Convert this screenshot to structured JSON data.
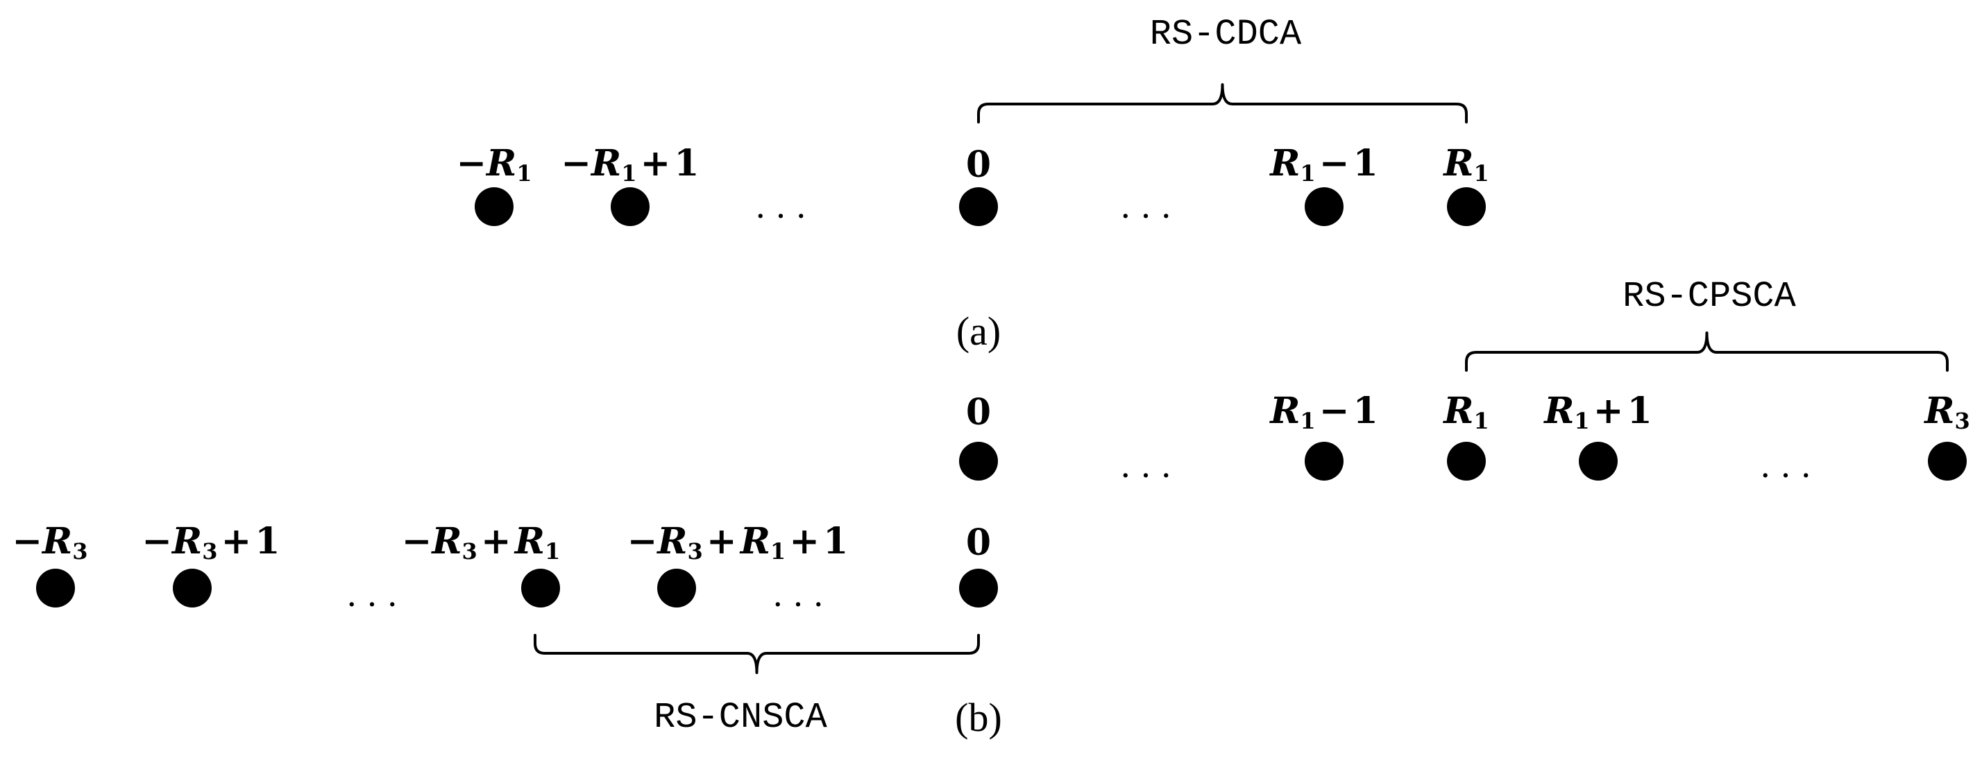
{
  "panels": [
    {
      "id": "a",
      "caption": "(a)",
      "rows": [
        {
          "labels": [
            "-R1",
            "-R1+1",
            "0",
            "R1-1",
            "R1"
          ],
          "ellipses": [
            "...",
            "..."
          ]
        }
      ],
      "braces": [
        {
          "label": "RS-CDCA",
          "from": "0",
          "to": "R1"
        }
      ]
    },
    {
      "id": "b",
      "caption": "(b)",
      "rows": [
        {
          "labels": [
            "0",
            "R1-1",
            "R1",
            "R1+1",
            "R3"
          ],
          "ellipses": [
            "...",
            "..."
          ]
        },
        {
          "labels": [
            "-R3",
            "-R3+1",
            "-R3+R1",
            "-R3+R1+1",
            "0"
          ],
          "ellipses": [
            "...",
            "..."
          ]
        }
      ],
      "braces": [
        {
          "label": "RS-CPSCA",
          "from": "R1",
          "to": "R3"
        },
        {
          "label": "RS-CNSCA",
          "from": "-R3+R1",
          "to": "0"
        }
      ]
    }
  ]
}
